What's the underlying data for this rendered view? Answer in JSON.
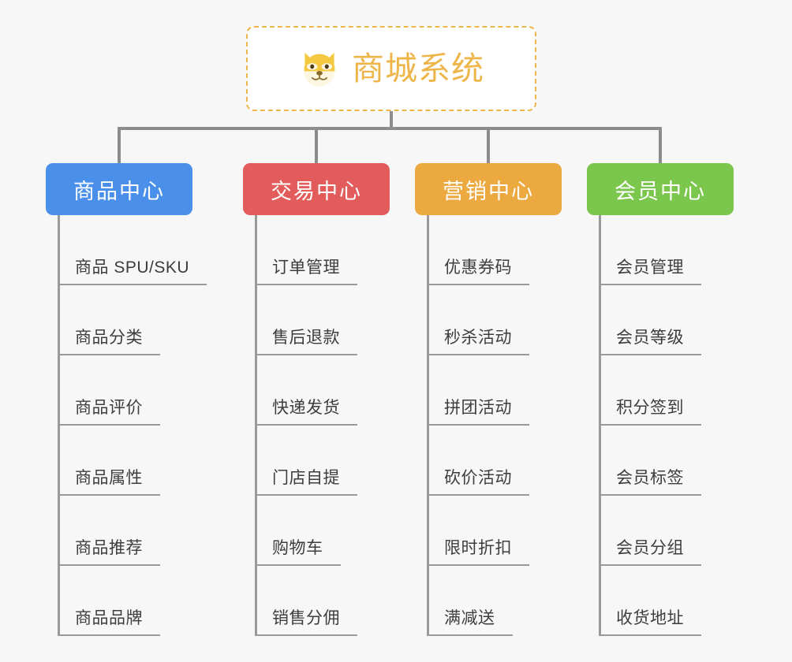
{
  "diagram": {
    "type": "org-tree",
    "background_color": "#f7f7f7",
    "root": {
      "title": "商城系统",
      "icon": "shiba-dog-emoji",
      "border_color": "#edb54a",
      "text_color": "#edb54a",
      "background_color": "#ffffff"
    },
    "connector_color": "#8c8c8c",
    "leaf_line_color": "#9a9a9a",
    "leaf_text_color": "#3d3d3d",
    "columns": [
      {
        "label": "商品中心",
        "color": "#4a90ea",
        "items": [
          "商品 SPU/SKU",
          "商品分类",
          "商品评价",
          "商品属性",
          "商品推荐",
          "商品品牌"
        ]
      },
      {
        "label": "交易中心",
        "color": "#e25c5c",
        "items": [
          "订单管理",
          "售后退款",
          "快递发货",
          "门店自提",
          "购物车",
          "销售分佣"
        ]
      },
      {
        "label": "营销中心",
        "color": "#eba93f",
        "items": [
          "优惠券码",
          "秒杀活动",
          "拼团活动",
          "砍价活动",
          "限时折扣",
          "满减送"
        ]
      },
      {
        "label": "会员中心",
        "color": "#7bc74d",
        "items": [
          "会员管理",
          "会员等级",
          "积分签到",
          "会员标签",
          "会员分组",
          "收货地址"
        ]
      }
    ]
  }
}
